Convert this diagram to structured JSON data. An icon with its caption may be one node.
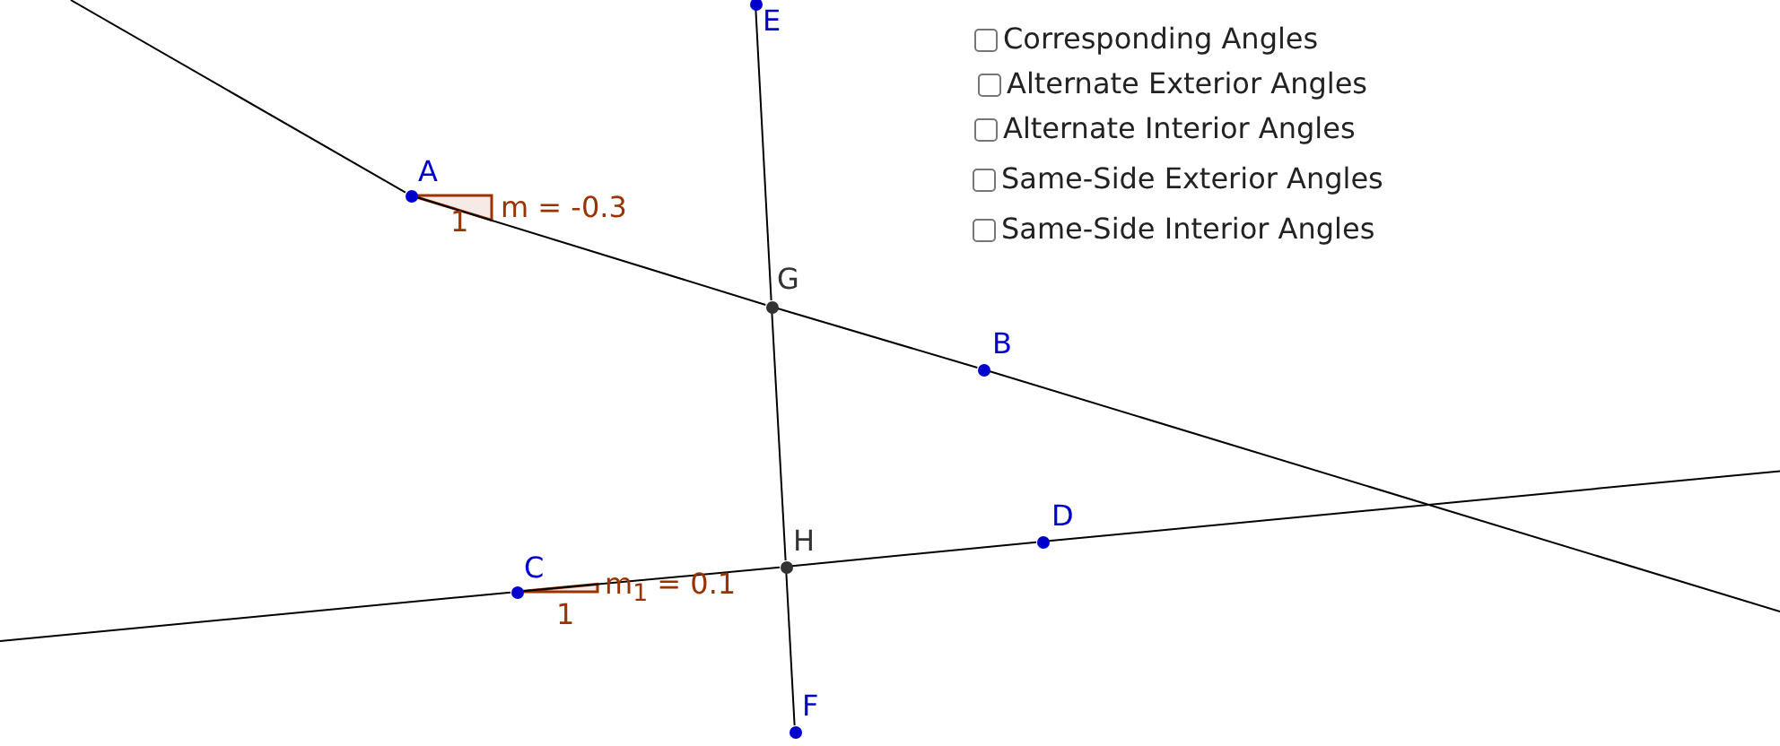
{
  "diagram": {
    "nodes": [
      {
        "text": [],
        "shape": "circle",
        "beside": [
          "A"
        ]
      },
      {
        "text": [],
        "shape": "circle",
        "beside": [
          "B"
        ]
      },
      {
        "text": [],
        "shape": "circle",
        "beside": [
          "C"
        ]
      },
      {
        "text": [],
        "shape": "circle",
        "beside": [
          "D"
        ]
      },
      {
        "text": [],
        "shape": "circle",
        "beside": [
          "E"
        ]
      },
      {
        "text": [],
        "shape": "circle",
        "beside": [
          "F"
        ]
      },
      {
        "text": [],
        "shape": "circle",
        "beside": [
          "G"
        ]
      },
      {
        "text": [],
        "shape": "circle",
        "beside": [
          "H"
        ]
      }
    ],
    "edges": [
      {
        "from": 0,
        "to": 6,
        "arrow": "none"
      },
      {
        "from": 6,
        "to": 1,
        "arrow": "none"
      },
      {
        "from": 4,
        "to": 6,
        "arrow": "none"
      },
      {
        "from": 6,
        "to": 7,
        "arrow": "none"
      },
      {
        "from": 7,
        "to": 5,
        "arrow": "none"
      },
      {
        "from": 2,
        "to": 7,
        "arrow": "none"
      },
      {
        "from": 7,
        "to": 3,
        "arrow": "none"
      }
    ],
    "labels": [
      "Corresponding Angles",
      "Alternate Exterior Angles",
      "Alternate Interior Angles",
      "Same-Side Exterior Angles",
      "Same-Side Interior Angles",
      "1",
      "m = -0.3",
      "1",
      "m$_{1}$ = 0.1"
    ]
  }
}
